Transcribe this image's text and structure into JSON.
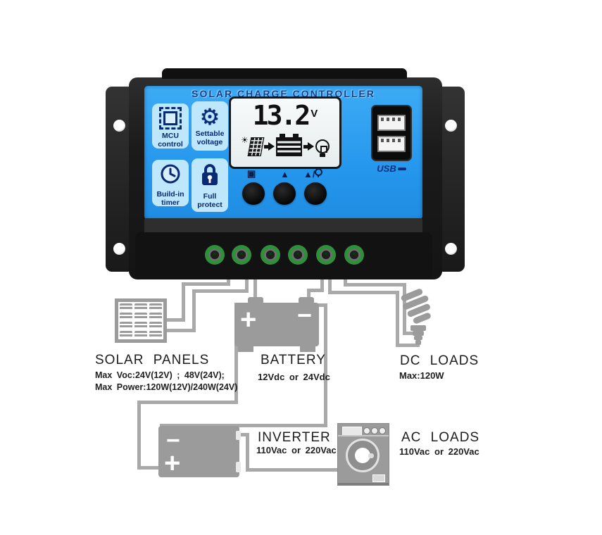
{
  "device": {
    "title": "SOLAR CHARGE CONTROLLER",
    "features": [
      {
        "line1": "MCU",
        "line2": "control"
      },
      {
        "line1": "Settable",
        "line2": "voltage"
      },
      {
        "line1": "Build-in",
        "line2": "timer"
      },
      {
        "line1": "Full",
        "line2": "protect"
      }
    ],
    "lcd": {
      "voltage": "13.2",
      "unit": "V"
    },
    "buttons": [
      {
        "glyph": "▣"
      },
      {
        "glyph": "▲"
      },
      {
        "glyph": "▲/"
      }
    ],
    "usb_label": "USB"
  },
  "diagram": {
    "solar_panels": {
      "title": "SOLAR PANELS",
      "spec1": "Max Voc:24V(12V) ; 48V(24V);",
      "spec2": "Max Power:120W(12V)/240W(24V)"
    },
    "battery": {
      "title": "BATTERY",
      "spec1": "12Vdc or 24Vdc",
      "plus": "+",
      "minus": "−"
    },
    "dc_loads": {
      "title": "DC LOADS",
      "spec1": "Max:120W"
    },
    "inverter": {
      "title": "INVERTER",
      "spec1": "110Vac or 220Vac",
      "plus": "+",
      "minus": "−"
    },
    "ac_loads": {
      "title": "AC LOADS",
      "spec1": "110Vac or 220Vac"
    }
  },
  "colors": {
    "panel_blue": "#2b9ef0",
    "badge_blue": "#bfe7fb",
    "navy": "#0a2a75",
    "body_black": "#1c1c1c",
    "wire_gray": "#a9a9a9",
    "component_gray": "#9b9b9b",
    "screw_green": "#2f8f3a",
    "lcd_bg": "#edf1f2"
  }
}
